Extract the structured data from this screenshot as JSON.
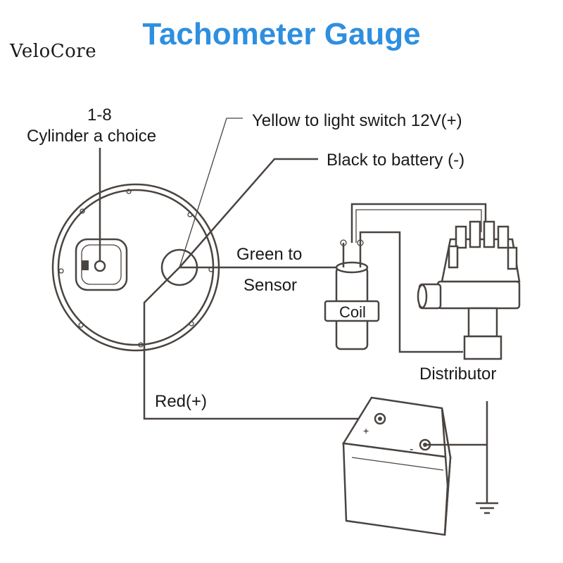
{
  "brand": "VeloCore",
  "title": "Tachometer Gauge",
  "labels": {
    "cylinder_num": "1-8",
    "cylinder_text": "Cylinder a choice",
    "yellow": "Yellow to light switch 12V(+)",
    "black": "Black to battery (-)",
    "green_1": "Green to",
    "green_2": "Sensor",
    "coil": "Coil",
    "distributor": "Distributor",
    "red": "Red(+)",
    "battery_plus": "+",
    "battery_minus": "-"
  },
  "colors": {
    "title": "#2e8fe0",
    "line": "#4a4440"
  }
}
